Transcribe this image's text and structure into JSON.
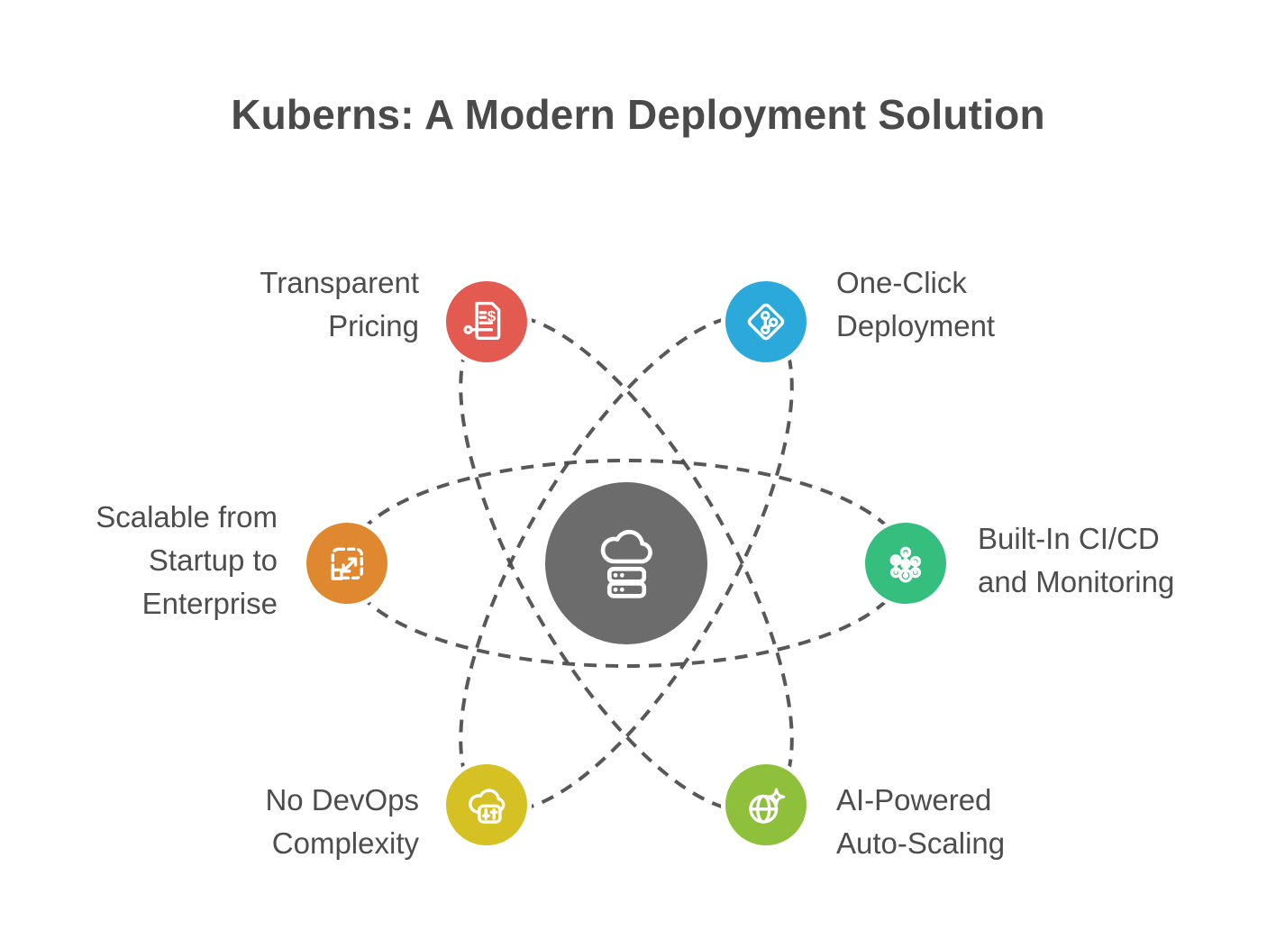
{
  "title": "Kuberns: A Modern Deployment Solution",
  "colors": {
    "background": "#FFFFFF",
    "title_text": "#4A4A4A",
    "label_text": "#4D4D4D",
    "orbit_dash": "#4A4A4A",
    "center": "#6C6C6C"
  },
  "center": {
    "icon": "cloud-server-icon"
  },
  "features": [
    {
      "id": "transparent-pricing",
      "label": "Transparent\nPricing",
      "icon": "invoice-icon",
      "color": "#E25A50"
    },
    {
      "id": "one-click-deployment",
      "label": "One-Click\nDeployment",
      "icon": "git-branch-icon",
      "color": "#2BA9DB"
    },
    {
      "id": "scalable-startup-enterprise",
      "label": "Scalable from\nStartup to\nEnterprise",
      "icon": "resize-scale-icon",
      "color": "#E0882F"
    },
    {
      "id": "built-in-cicd-monitoring",
      "label": "Built-In CI/CD\nand Monitoring",
      "icon": "network-nodes-icon",
      "color": "#35BE7E"
    },
    {
      "id": "no-devops-complexity",
      "label": "No DevOps\nComplexity",
      "icon": "cloud-settings-icon",
      "color": "#D6C125"
    },
    {
      "id": "ai-powered-auto-scaling",
      "label": "AI-Powered\nAuto-Scaling",
      "icon": "globe-sparkle-icon",
      "color": "#8FC03C"
    }
  ]
}
